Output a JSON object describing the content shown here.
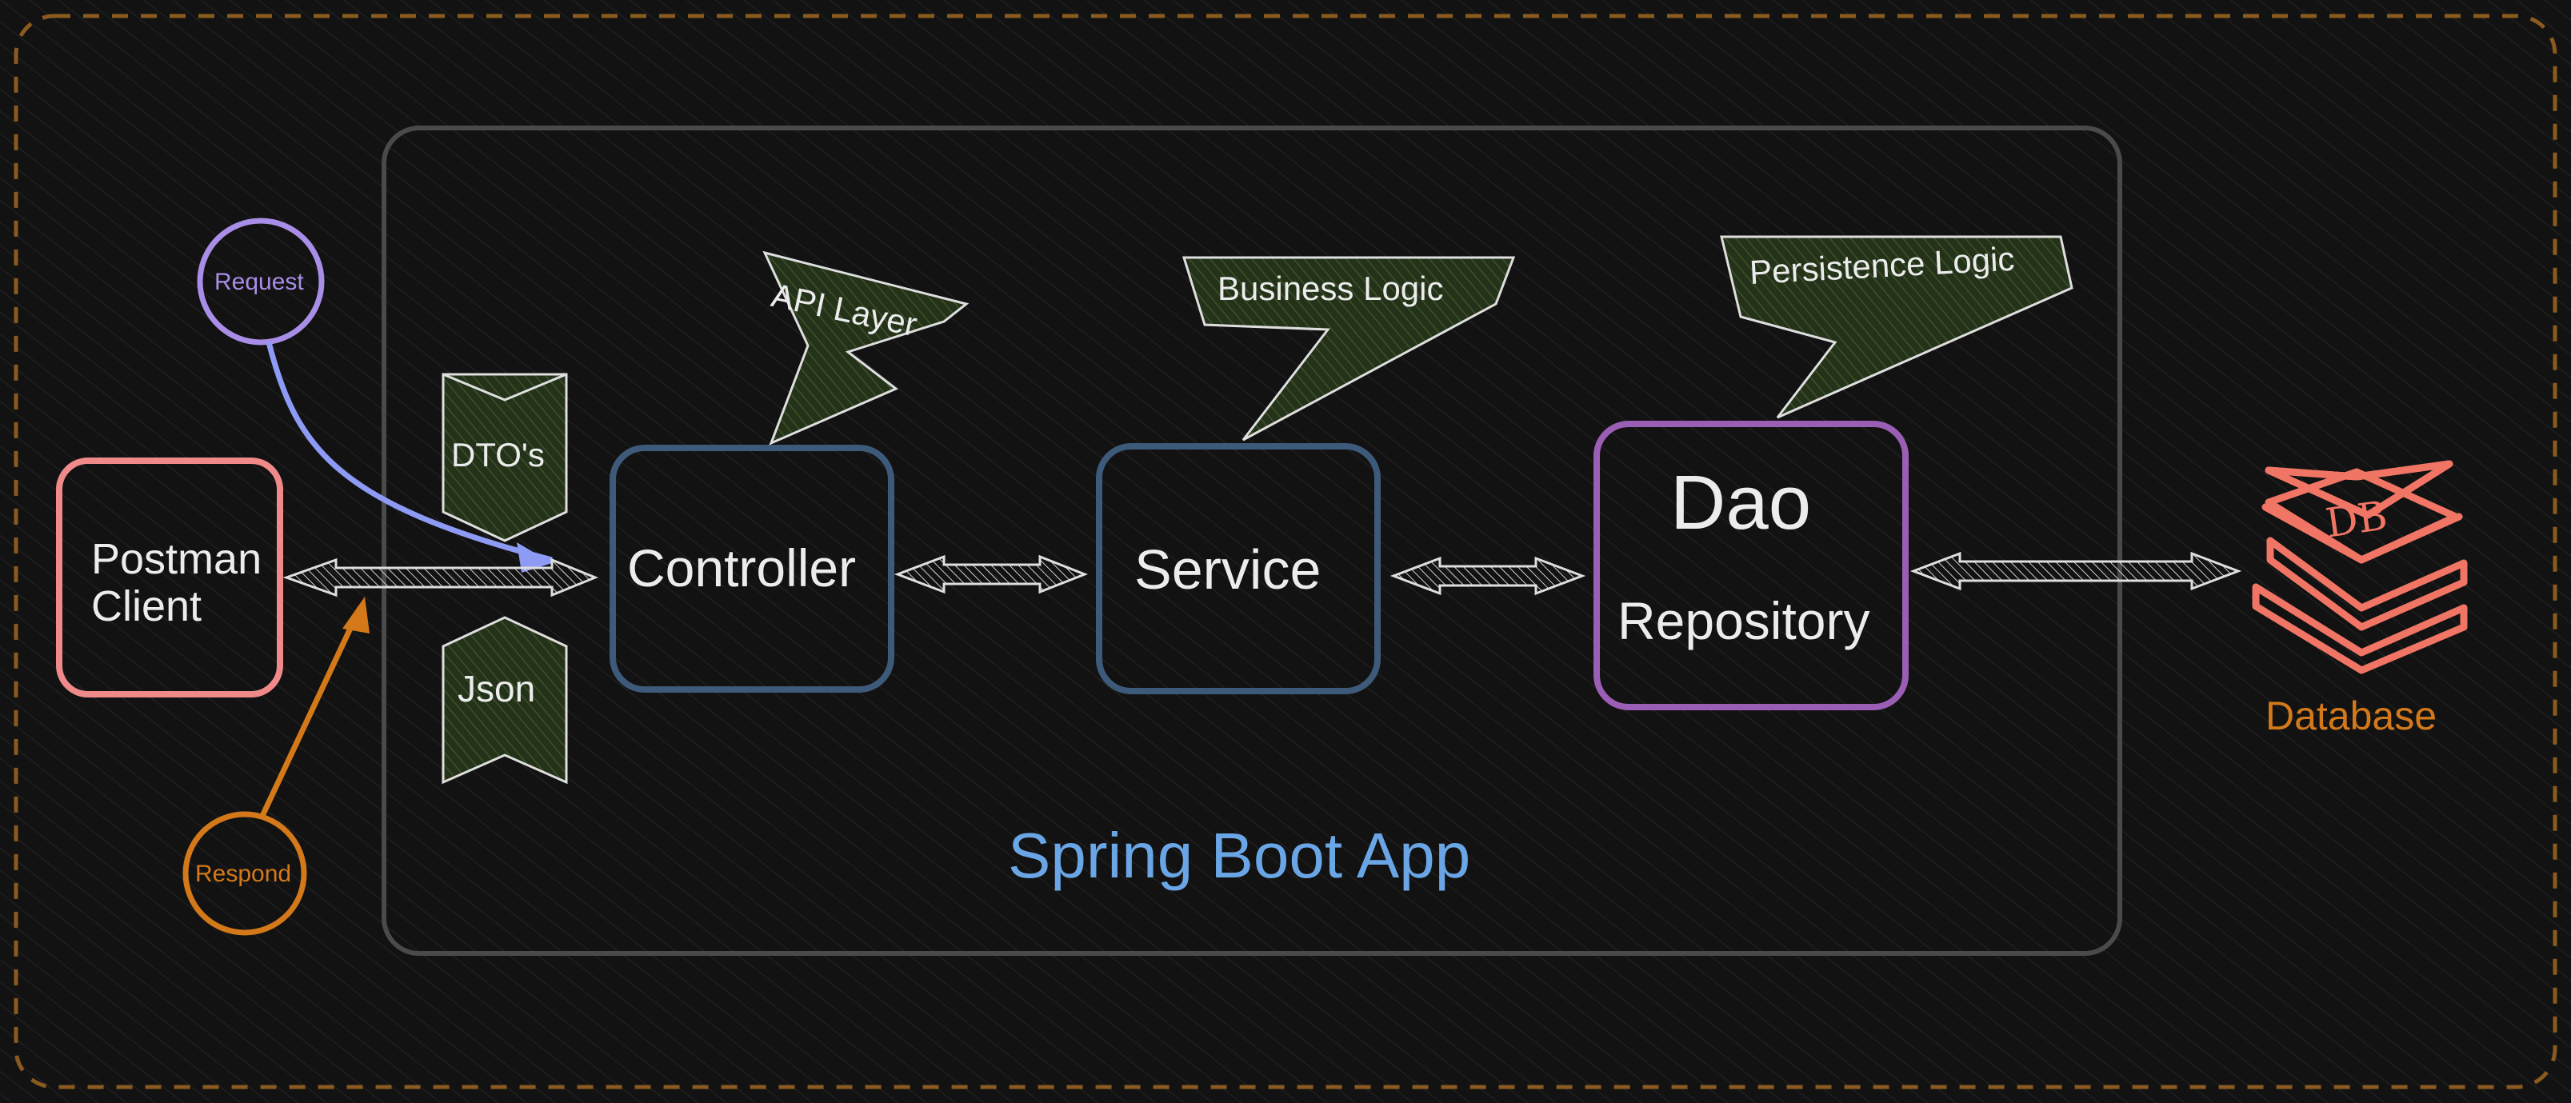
{
  "diagram": {
    "app_label": "Spring Boot App",
    "client": {
      "line1": "Postman",
      "line2": "Client"
    },
    "request_label": "Request",
    "respond_label": "Respond",
    "dto_label": "DTO's",
    "json_label": "Json",
    "controller_label": "Controller",
    "service_label": "Service",
    "dao_label": "Dao",
    "repository_label": "Repository",
    "database_label": "Database",
    "db_icon_text": "DB",
    "callouts": {
      "api_layer": "API Layer",
      "business_logic": "Business Logic",
      "persistence_logic": "Persistence Logic"
    }
  },
  "colors": {
    "background": "#121212",
    "outer_border": "#8a5a1f",
    "app_border": "#4a4a4a",
    "app_label": "#6aa6e6",
    "client_border": "#f08a8a",
    "request": "#a98ee8",
    "request_arrow": "#8d9bf5",
    "respond": "#d4791a",
    "controller_border": "#3e5a7a",
    "service_border": "#3e5a7a",
    "dao_border": "#9a5fb5",
    "database": "#f07565",
    "database_label": "#d4791a",
    "callout_fill": "#2c3e1e",
    "text": "#ececec"
  }
}
